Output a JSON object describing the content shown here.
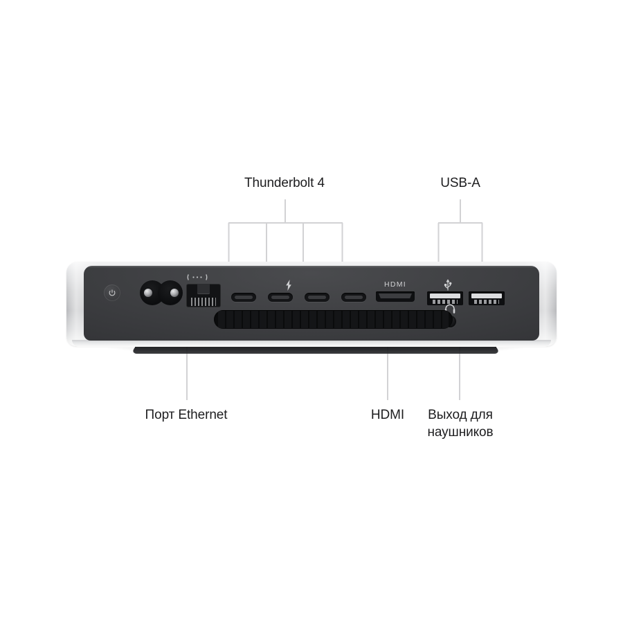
{
  "diagram": {
    "title": "Mac mini rear ports",
    "device_name": "mac-mini-rear",
    "background_color": "#ffffff",
    "label_color": "#1d1d1f",
    "leader_line_color": "#d2d2d4"
  },
  "labels": {
    "thunderbolt": "Thunderbolt 4",
    "usba": "USB-A",
    "ethernet": "Порт Ethernet",
    "hdmi": "HDMI",
    "headphones": "Выход для\nнаушников"
  },
  "port_markings": {
    "hdmi_silkscreen": "HDMI",
    "thunderbolt_glyph": "bolt",
    "usb_glyph": "usb-trident",
    "ethernet_glyph": "ethernet-waves",
    "headphone_glyph": "headphones",
    "power_glyph": "power"
  },
  "ports": [
    {
      "name": "power-button",
      "type": "button",
      "count": 1
    },
    {
      "name": "power-connector",
      "type": "power",
      "count": 1
    },
    {
      "name": "ethernet-port",
      "type": "rj45",
      "count": 1
    },
    {
      "name": "thunderbolt-4-port",
      "type": "usb-c",
      "count": 4
    },
    {
      "name": "hdmi-port",
      "type": "hdmi",
      "count": 1
    },
    {
      "name": "usb-a-port",
      "type": "usb-a",
      "count": 2
    },
    {
      "name": "headphone-jack",
      "type": "3.5mm",
      "count": 1
    },
    {
      "name": "exhaust-vent",
      "type": "vent",
      "count": 1
    }
  ],
  "callouts": [
    {
      "id": "thunderbolt",
      "label": "Thunderbolt 4",
      "position": "top",
      "targets": 4
    },
    {
      "id": "usba",
      "label": "USB-A",
      "position": "top",
      "targets": 2
    },
    {
      "id": "ethernet",
      "label": "Порт Ethernet",
      "position": "bottom",
      "targets": 1
    },
    {
      "id": "hdmi",
      "label": "HDMI",
      "position": "bottom",
      "targets": 1
    },
    {
      "id": "headphones",
      "label": "Выход для наушников",
      "position": "bottom",
      "targets": 1
    }
  ]
}
